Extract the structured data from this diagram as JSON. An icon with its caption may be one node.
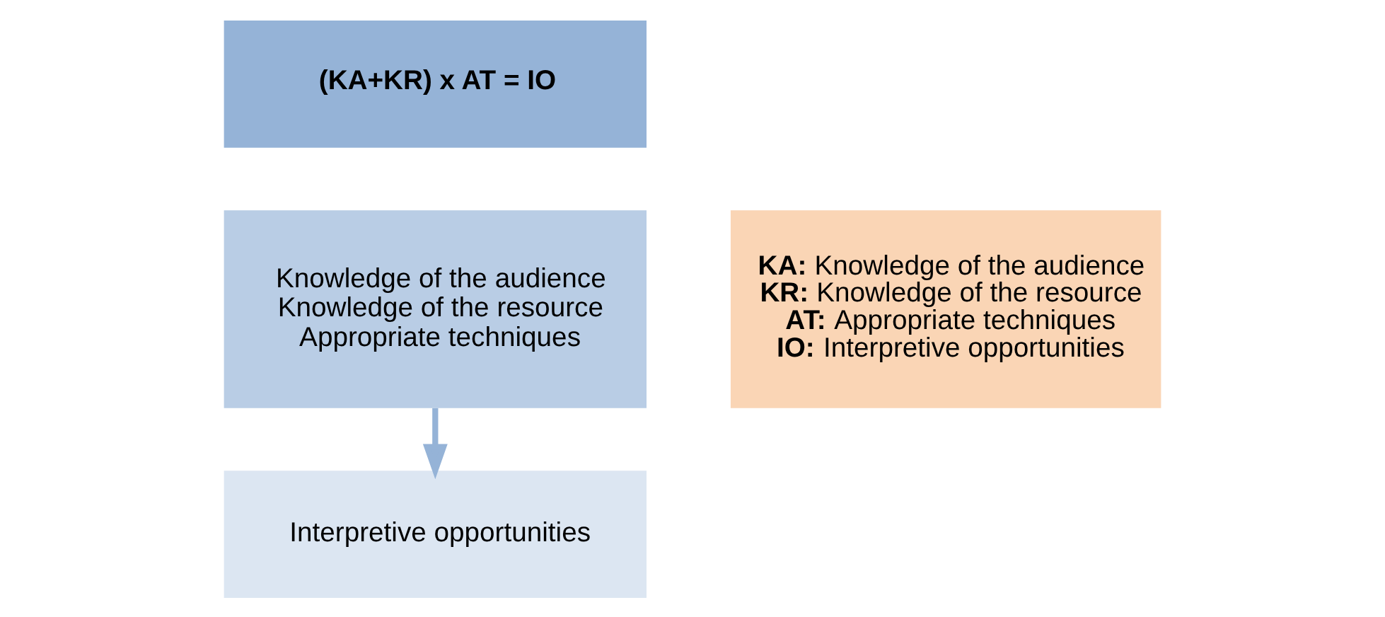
{
  "diagram": {
    "nodes": [
      {
        "text": [
          "(KA+KR) x AT = IO"
        ]
      },
      {
        "text": [
          "Knowledge of the audience",
          "Knowledge of the resource",
          "Appropriate techniques"
        ]
      },
      {
        "text": [
          "Interpretive opportunities"
        ]
      },
      {
        "text": [
          "**KA:** Knowledge of the audience",
          "**KR:** Knowledge of the resource",
          "**AT:** Appropriate techniques",
          "**IO:** Interpretive opportunities"
        ]
      }
    ],
    "edges": [
      {
        "from": 1,
        "to": 2,
        "arrow": "to"
      }
    ]
  }
}
